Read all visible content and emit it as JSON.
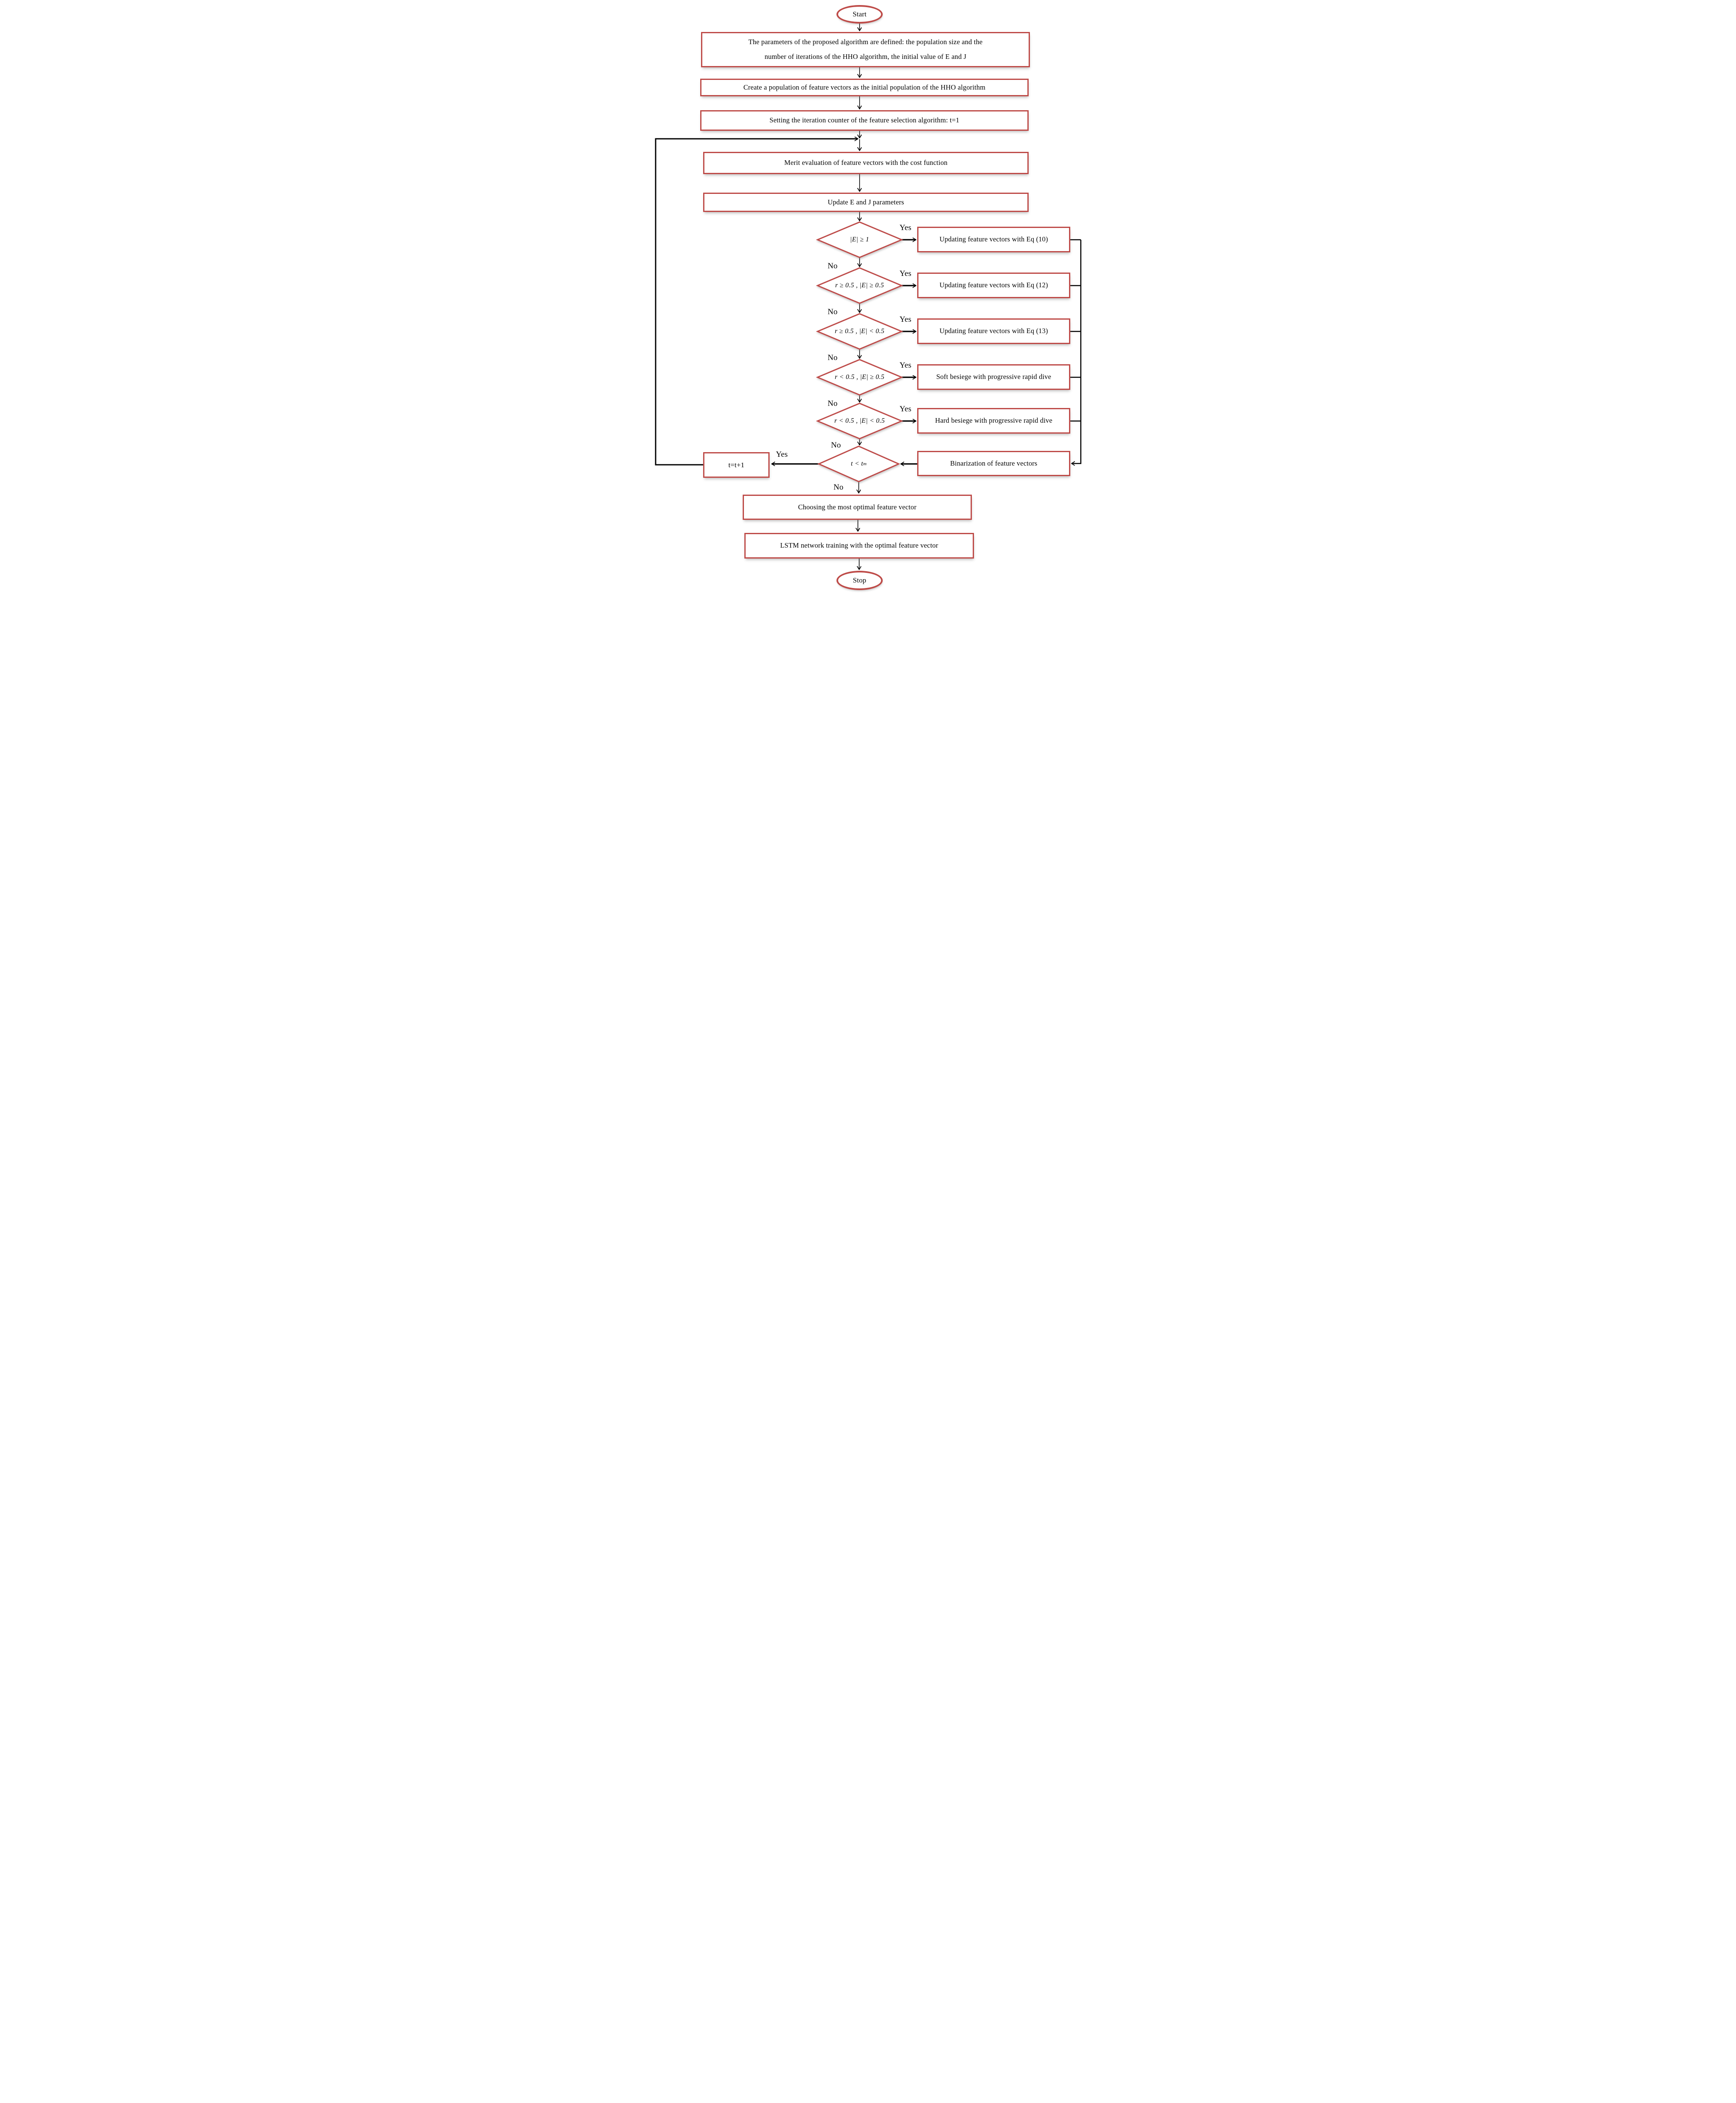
{
  "flowchart": {
    "terminals": {
      "start": "Start",
      "stop": "Stop"
    },
    "processes": {
      "params_line1": "The parameters of the proposed algorithm are defined: the population size and the",
      "params_line2": "number of iterations of the HHO algorithm, the initial value of E and J",
      "create_population": "Create a population of feature vectors as the initial population of the HHO algorithm",
      "iteration_counter": "Setting the iteration counter of the feature selection algorithm: t=1",
      "merit_evaluation": "Merit evaluation of feature vectors with the cost function",
      "update_params": "Update E and J parameters",
      "update_eq10": "Updating feature vectors with Eq (10)",
      "update_eq12": "Updating feature vectors with Eq (12)",
      "update_eq13": "Updating feature vectors with Eq (13)",
      "soft_besiege": "Soft besiege with progressive rapid dive",
      "hard_besiege": "Hard besiege with progressive rapid dive",
      "increment": "t=t+1",
      "binarization": "Binarization of feature vectors",
      "choose_optimal": "Choosing the most optimal feature vector",
      "lstm_training": "LSTM network training with the optimal feature vector"
    },
    "decisions": {
      "d1": "|E| ≥ 1",
      "d2": "r ≥ 0.5 , |E| ≥ 0.5",
      "d3": "r ≥ 0.5 , |E| < 0.5",
      "d4": "r < 0.5 , |E| ≥ 0.5",
      "d5": "r < 0.5 , |E| < 0.5",
      "d6_base": "t < t",
      "d6_subscript": "m"
    },
    "labels": {
      "yes": "Yes",
      "no": "No"
    },
    "colors": {
      "shape_border": "#BE4B48",
      "connector": "#000000",
      "text": "#000000"
    }
  }
}
